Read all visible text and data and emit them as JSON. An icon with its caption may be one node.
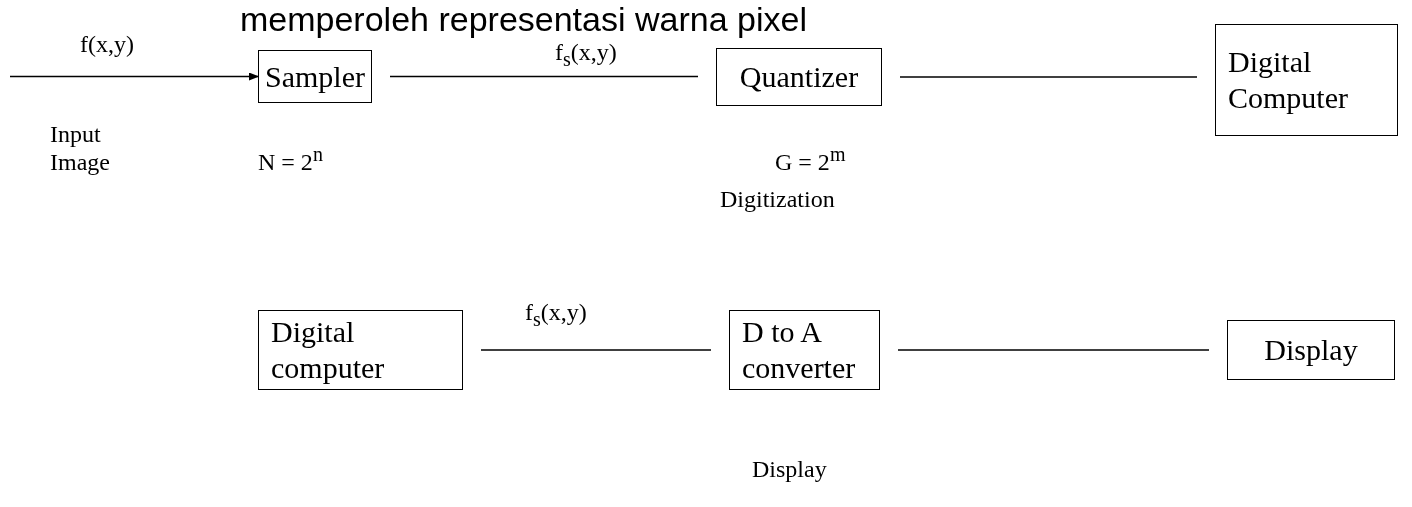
{
  "diagram": {
    "title": "memperoleh representasi warna pixel",
    "nodes": [
      {
        "text": [
          "Sampler"
        ]
      },
      {
        "text": [
          "Quantizer"
        ]
      },
      {
        "text": [
          "Digital Computer"
        ]
      },
      {
        "text": [
          "Digital computer"
        ]
      },
      {
        "text": [
          "D to A converter"
        ]
      },
      {
        "text": [
          "Display"
        ]
      }
    ],
    "edges": [
      {
        "from": null,
        "to": 0,
        "arrow": "to",
        "label": "f(x,y)"
      },
      {
        "from": 0,
        "to": 1,
        "arrow": "none",
        "label": "f$_{s}$(x,y)"
      },
      {
        "from": 1,
        "to": 2,
        "arrow": "none"
      },
      {
        "from": 3,
        "to": 4,
        "arrow": "none",
        "label": "f$_{s}$(x,y)"
      },
      {
        "from": 4,
        "to": 5,
        "arrow": "none"
      }
    ],
    "labels": [
      "Input Image",
      "N = 2$^{n}$",
      "G = 2$^{m}$",
      "Digitization",
      "Display"
    ]
  }
}
